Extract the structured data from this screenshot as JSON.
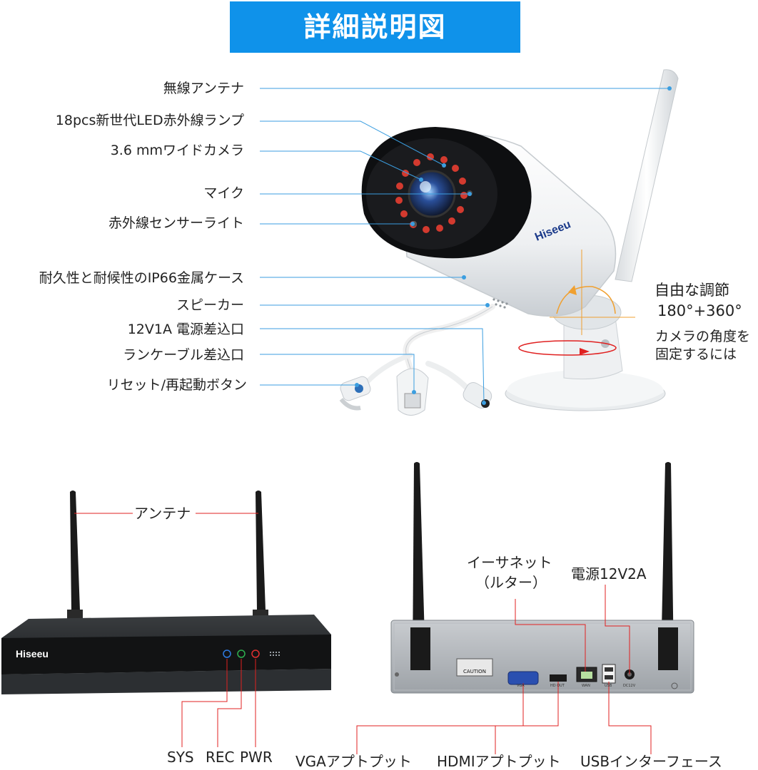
{
  "title": "詳細説明図",
  "brand": "Hiseeu",
  "camera_labels": [
    "無線アンテナ",
    "18pcs新世代LED赤外線ランプ",
    "3.6 mmワイドカメラ",
    "マイク",
    "赤外線センサーライト",
    "耐久性と耐候性のIP66金属ケース",
    "スピーカー",
    "12V1A 電源差込口",
    "ランケーブル差込口",
    "リセット/再起動ボタン"
  ],
  "adjust": {
    "line1": "自由な調節",
    "line2": "180°+360°",
    "note1": "カメラの角度を",
    "note2": "固定するには"
  },
  "nvr_front": {
    "antenna_label": "アンテナ",
    "leds": [
      "SYS",
      "REC",
      "PWR"
    ]
  },
  "nvr_back": {
    "ethernet_line1": "イーサネット",
    "ethernet_line2": "（ルター）",
    "power": "電源12V2A",
    "vga": "VGAアプトプット",
    "hdmi": "HDMIアプトプット",
    "usb": "USBインターフェース",
    "caution": "CAUTION",
    "ports": [
      "VGA",
      "HD OUT",
      "WAN",
      "USB",
      "DC12V"
    ]
  },
  "colors": {
    "banner": "#0f92ea",
    "callout_blue": "#3b9ee0",
    "callout_red": "#e02020",
    "callout_orange": "#f0a030"
  }
}
